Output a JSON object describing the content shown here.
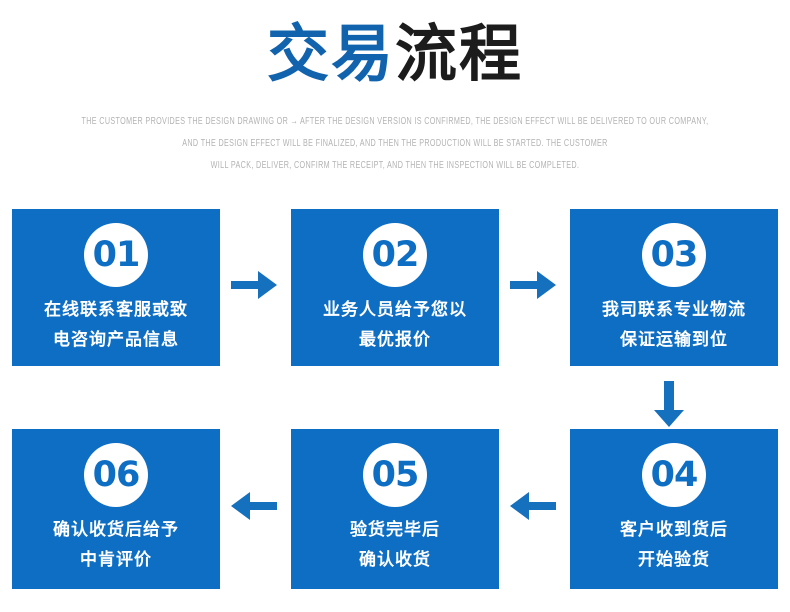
{
  "header": {
    "title_blue": "交易",
    "title_dark": "流程",
    "subtitle_lines": [
      "THE CUSTOMER PROVIDES THE DESIGN DRAWING OR → AFTER THE DESIGN VERSION IS CONFIRMED, THE DESIGN EFFECT WILL BE DELIVERED TO OUR COMPANY,",
      "AND THE DESIGN EFFECT WILL BE FINALIZED, AND THEN THE PRODUCTION WILL BE STARTED. THE CUSTOMER",
      "WILL PACK, DELIVER, CONFIRM THE RECEIPT, AND THEN THE INSPECTION WILL BE COMPLETED."
    ]
  },
  "colors": {
    "box_blue": "#0d6ec4",
    "title_blue": "#1263ad",
    "title_dark": "#1c1c1c",
    "arrow_blue": "#1570bd",
    "subtitle_gray": "#b3b3b3"
  },
  "steps": [
    {
      "number": "01",
      "line1": "在线联系客服或致",
      "line2": "电咨询产品信息"
    },
    {
      "number": "02",
      "line1": "业务人员给予您以",
      "line2": "最优报价"
    },
    {
      "number": "03",
      "line1": "我司联系专业物流",
      "line2": "保证运输到位"
    },
    {
      "number": "04",
      "line1": "客户收到货后",
      "line2": "开始验货"
    },
    {
      "number": "05",
      "line1": "验货完毕后",
      "line2": "确认收货"
    },
    {
      "number": "06",
      "line1": "确认收货后给予",
      "line2": "中肯评价"
    }
  ],
  "arrows": [
    {
      "name": "arrow-right-1to2",
      "direction": "right"
    },
    {
      "name": "arrow-right-2to3",
      "direction": "right"
    },
    {
      "name": "arrow-down-3to4",
      "direction": "down"
    },
    {
      "name": "arrow-left-4to5",
      "direction": "left"
    },
    {
      "name": "arrow-left-5to6",
      "direction": "left"
    }
  ]
}
